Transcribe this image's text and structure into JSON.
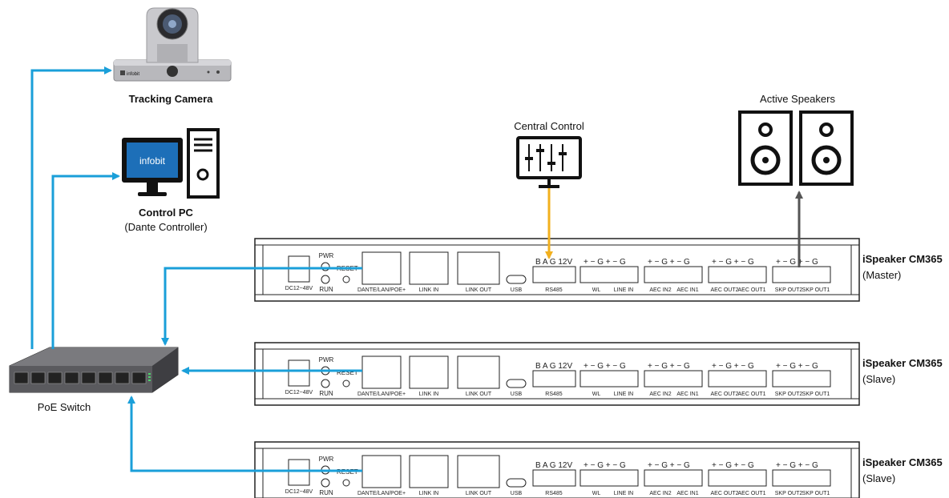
{
  "labels": {
    "tracking_camera": "Tracking Camera",
    "control_pc_title": "Control PC",
    "control_pc_sub": "(Dante Controller)",
    "central_control": "Central Control",
    "active_speakers": "Active Speakers",
    "poe_switch": "PoE Switch",
    "monitor_brand": "infobit",
    "camera_brand": "infobit"
  },
  "devices": [
    {
      "name": "iSpeaker CM365",
      "role": "(Master)"
    },
    {
      "name": "iSpeaker CM365",
      "role": "(Slave)"
    },
    {
      "name": "iSpeaker CM365",
      "role": "(Slave)"
    }
  ],
  "device_panel": {
    "power": "DC12~48V",
    "pwr": "PWR",
    "run": "RUN",
    "reset": "RESET",
    "dante": "DANTE/LAN/POE+",
    "link_in": "LINK IN",
    "link_out": "LINK OUT",
    "usb": "USB",
    "rs485": "RS485",
    "rs485_pins": "B  A  G 12V",
    "wl": "WL",
    "line_in": "LINE IN",
    "pins_pm": "+  −  G  +  −  G",
    "aec_in2": "AEC IN2",
    "aec_in1": "AEC IN1",
    "aec_out2": "AEC OUT2",
    "aec_out1": "AEC OUT1",
    "skp_out2": "SKP OUT2",
    "skp_out1": "SKP OUT1"
  },
  "colors": {
    "network_line": "#1a9fd9",
    "control_line": "#f2b01e",
    "audio_line": "#555555",
    "monitor_screen": "#1d6fb8",
    "device_stroke": "#222222"
  }
}
